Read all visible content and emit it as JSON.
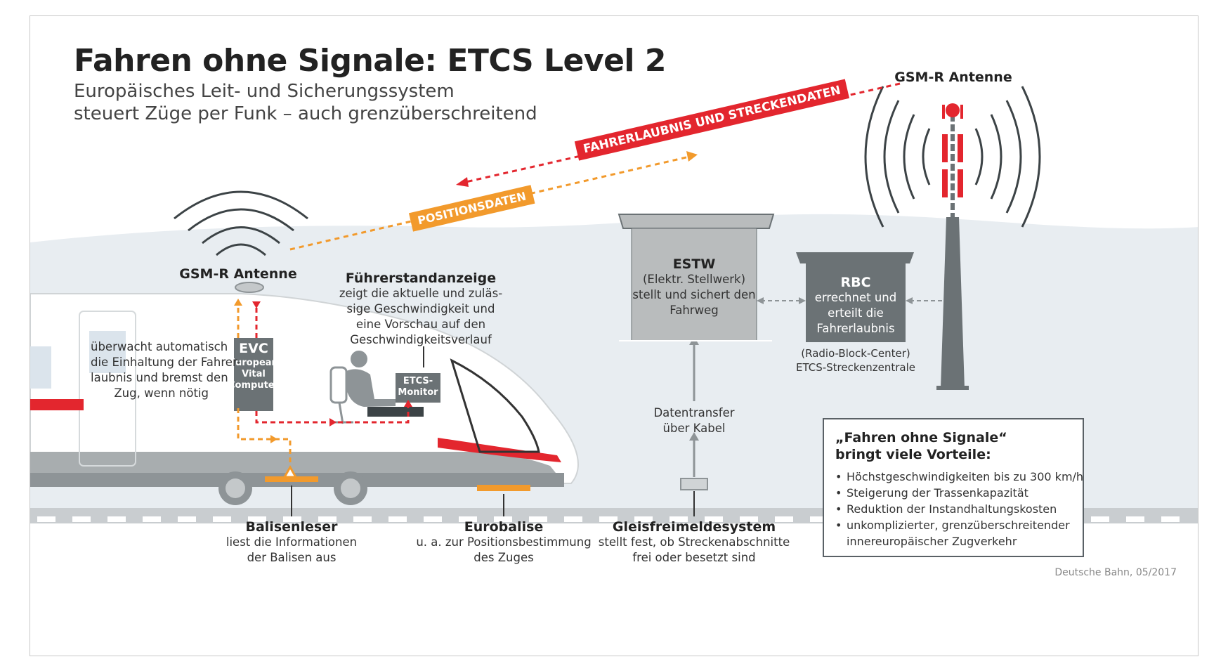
{
  "title": "Fahren ohne Signale: ETCS Level 2",
  "subtitle": [
    "Europäisches Leit- und Sicherungssystem",
    "steuert Züge per Funk – auch grenzüberschreitend"
  ],
  "tags": {
    "fahrerlaubnis": "FAHRERLAUBNIS UND STRECKENDATEN",
    "positionsdaten": "POSITIONSDATEN"
  },
  "antenna_train": "GSM-R Antenne",
  "antenna_tower": "GSM-R Antenne",
  "evc": {
    "title": "EVC",
    "lines": [
      "European",
      "Vital",
      "Computer"
    ]
  },
  "evc_desc": [
    "überwacht automatisch",
    "die Einhaltung der Fahrer-",
    "laubnis und bremst den",
    "Zug, wenn nötig"
  ],
  "fuehrerstand": {
    "title": "Führerstandanzeige",
    "lines": [
      "zeigt die aktuelle und zuläs-",
      "sige Geschwindigkeit und",
      "eine Vorschau auf den",
      "Geschwindigkeitsverlauf"
    ]
  },
  "etcs_monitor": [
    "ETCS-",
    "Monitor"
  ],
  "estw": {
    "title": "ESTW",
    "lines": [
      "(Elektr. Stellwerk)",
      "stellt und sichert den",
      "Fahrweg"
    ]
  },
  "rbc": {
    "title": "RBC",
    "lines": [
      "errechnet und",
      "erteilt die",
      "Fahrerlaubnis"
    ]
  },
  "rbc_caption": [
    "(Radio-Block-Center)",
    "ETCS-Streckenzentrale"
  ],
  "datentransfer": [
    "Datentransfer",
    "über Kabel"
  ],
  "balisenleser": {
    "title": "Balisenleser",
    "lines": [
      "liest die Informationen",
      "der Balisen aus"
    ]
  },
  "eurobalise": {
    "title": "Eurobalise",
    "lines": [
      "u. a. zur Positionsbestimmung",
      "des Zuges"
    ]
  },
  "gleisfrei": {
    "title": "Gleisfreimeldesystem",
    "lines": [
      "stellt fest, ob Streckenabschnitte",
      "frei oder besetzt sind"
    ]
  },
  "benefits": {
    "heading": [
      "„Fahren ohne Signale“",
      "bringt viele Vorteile:"
    ],
    "items": [
      "Höchstgeschwindigkeiten bis zu 300 km/h",
      "Steigerung der Trassenkapazität",
      "Reduktion der Instandhaltungskosten",
      "unkomplizierter, grenzüberschreitender",
      "innereuropäischer Zugverkehr"
    ]
  },
  "source": "Deutsche Bahn, 05/2017",
  "colors": {
    "red": "#e3262e",
    "orange": "#f29a2c",
    "gray_dark": "#6b7275",
    "gray_box": "#b9bcbd",
    "sky": "#e8edf1"
  }
}
